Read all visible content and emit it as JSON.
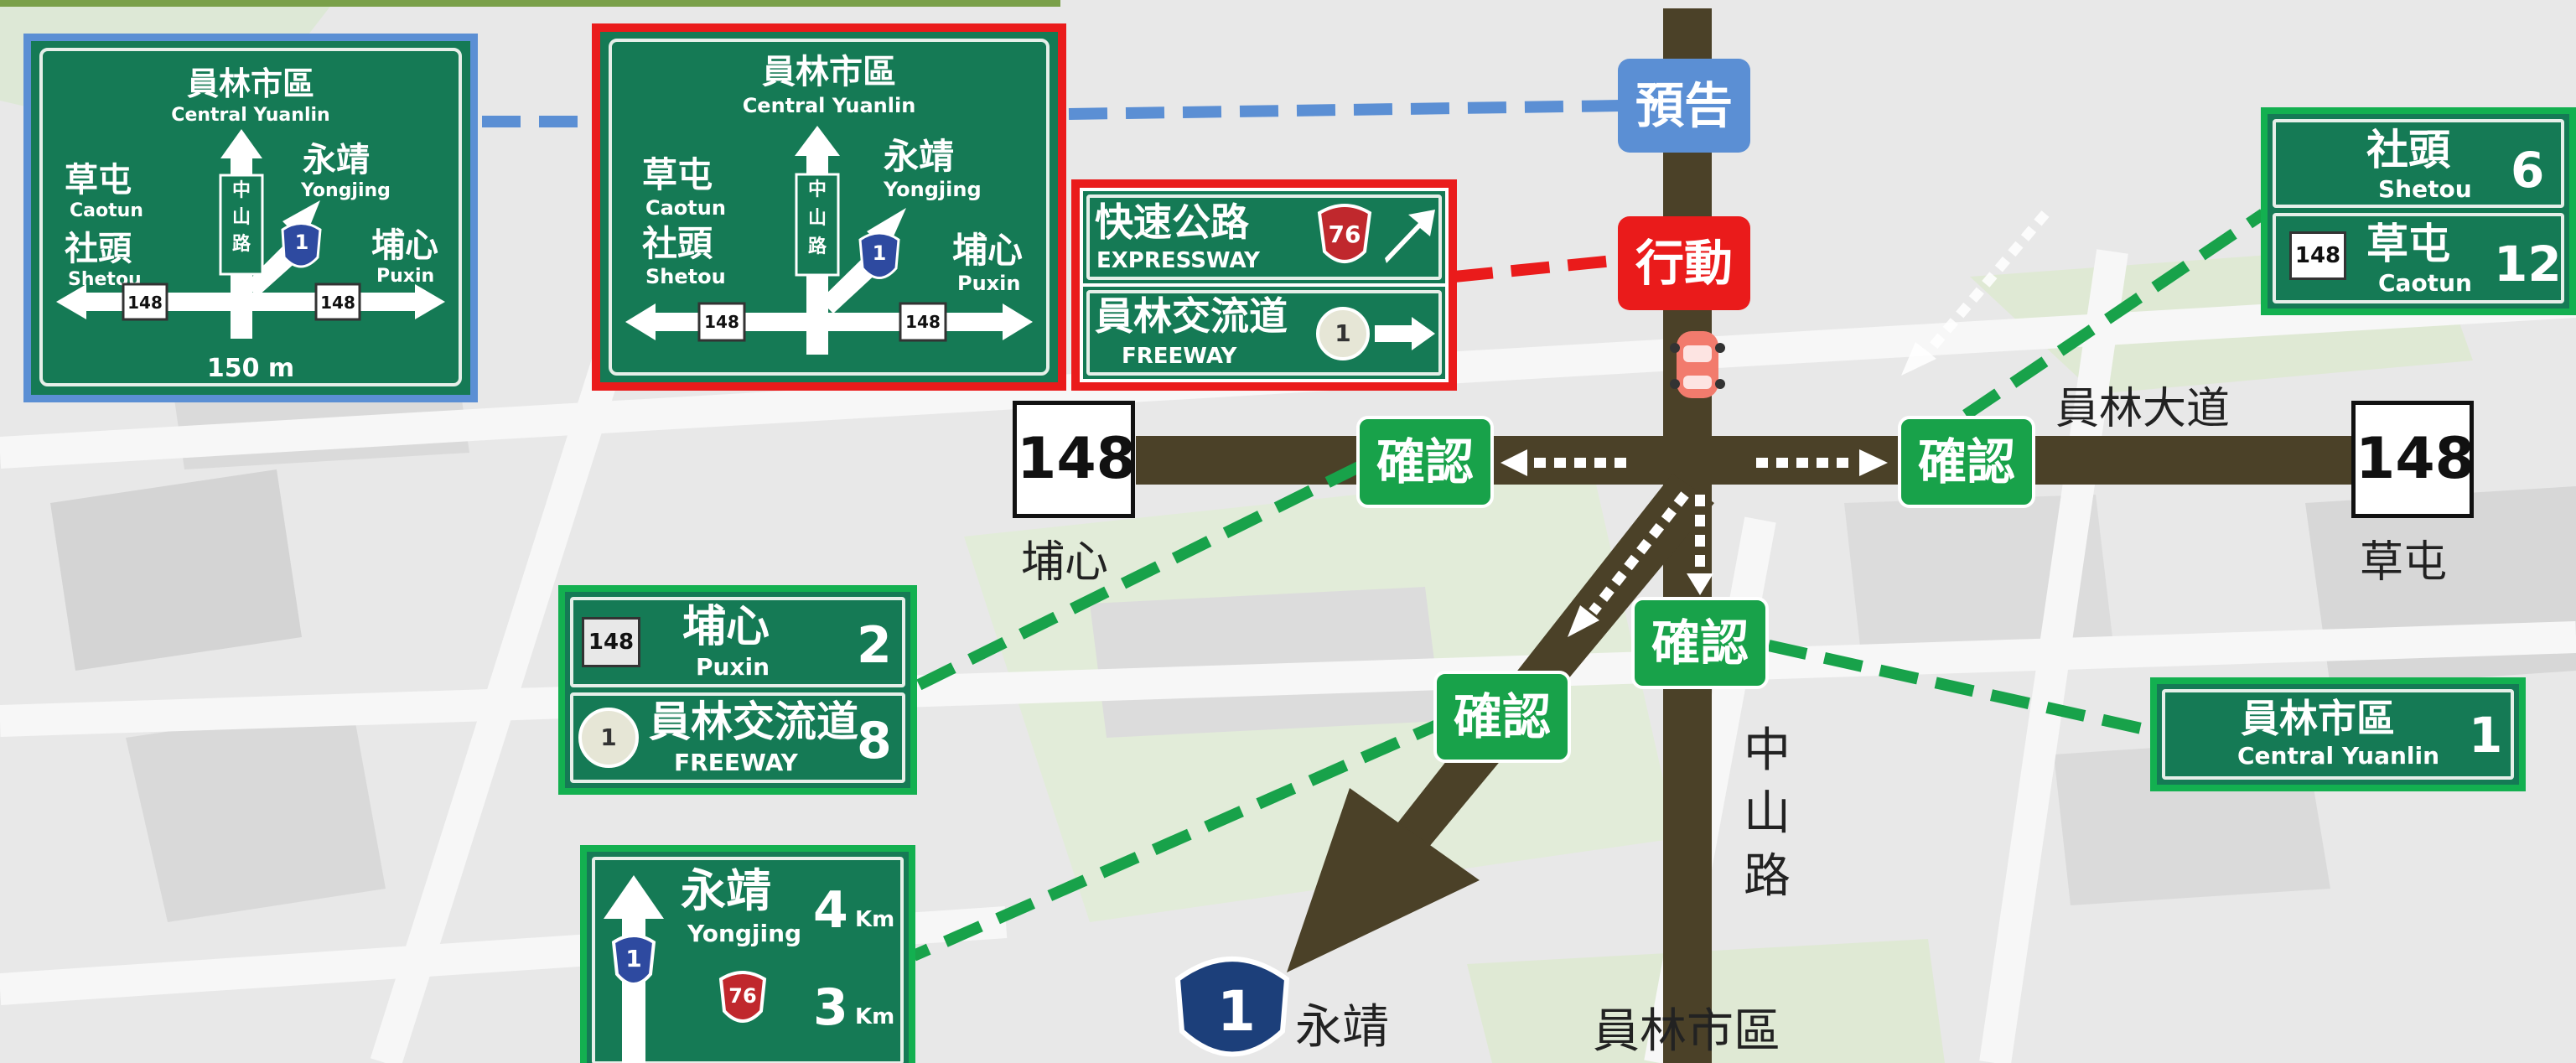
{
  "colors": {
    "road": "#4b4128",
    "confirm": "#18a24a",
    "preview": "#5b8fd4",
    "action": "#ea1b1b",
    "sign_green": "#157a55",
    "expressway_shield": "#c0282d",
    "highway_shield": "#1c3f7a"
  },
  "labels": {
    "preview": "預告",
    "action": "行動",
    "confirm": "確認"
  },
  "map": {
    "route_148": "148",
    "west_place": "埔心",
    "east_place": "草屯",
    "east_road": "員林大道",
    "south_road": "中山路",
    "south_road_chars": [
      "中",
      "山",
      "路"
    ],
    "south_place": "員林市區",
    "southwest_route": "1",
    "southwest_place": "永靖"
  },
  "preview_sign": {
    "north_zh": "員林市區",
    "north_en": "Central Yuanlin",
    "west_zh_1": "草屯",
    "west_en_1": "Caotun",
    "west_zh_2": "社頭",
    "west_en_2": "Shetou",
    "ne_zh": "永靖",
    "ne_en": "Yongjing",
    "east_zh": "埔心",
    "east_en": "Puxin",
    "straight_road": "中山路",
    "route_num": "148",
    "shield_num": "1",
    "distance": "150 m"
  },
  "action_signs": {
    "expressway_zh": "快速公路",
    "expressway_en": "EXPRESSWAY",
    "expressway_num": "76",
    "freeway_zh": "員林交流道",
    "freeway_en": "FREEWAY",
    "freeway_num": "1"
  },
  "confirm_east": {
    "row1_zh": "社頭",
    "row1_en": "Shetou",
    "row1_km": "6",
    "row2_route": "148",
    "row2_zh": "草屯",
    "row2_en": "Caotun",
    "row2_km": "12"
  },
  "confirm_west": {
    "row1_route": "148",
    "row1_zh": "埔心",
    "row1_en": "Puxin",
    "row1_km": "2",
    "row2_num": "1",
    "row2_zh": "員林交流道",
    "row2_en": "FREEWAY",
    "row2_km": "8"
  },
  "confirm_south": {
    "zh": "員林市區",
    "en": "Central Yuanlin",
    "km": "1"
  },
  "confirm_sw": {
    "row1_zh": "永靖",
    "row1_en": "Yongjing",
    "row1_km": "4",
    "row2_km": "3",
    "unit": "Km",
    "shield_1": "1",
    "shield_76": "76"
  }
}
